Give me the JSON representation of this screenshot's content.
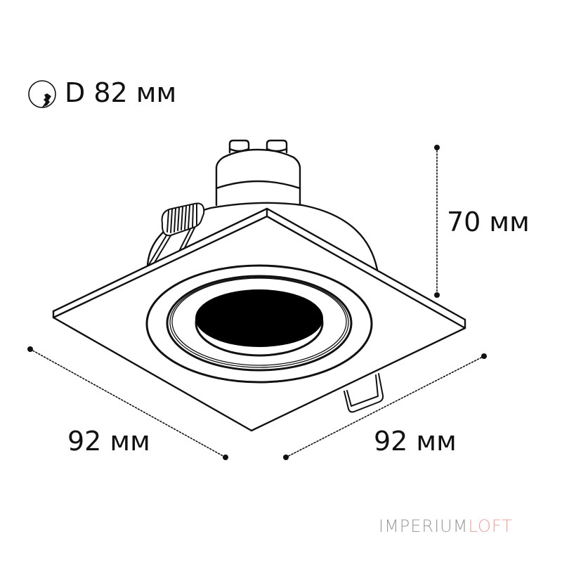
{
  "diagram": {
    "subject": "square recessed spotlight fixture with GU10 socket and spring clips",
    "line_color": "#111111",
    "hole_color": "#000000",
    "background": "#ffffff"
  },
  "dimensions": {
    "diameter": {
      "label": "D 82 мм",
      "icon": "cutout-diameter-icon"
    },
    "height": {
      "label": "70 мм"
    },
    "width_left": {
      "label": "92 мм"
    },
    "width_right": {
      "label": "92 мм"
    }
  },
  "brand": {
    "part1": "IMPERIUM",
    "part2": "LOFT",
    "color1": "#9a9a9a",
    "color2": "#e8a3a3"
  }
}
